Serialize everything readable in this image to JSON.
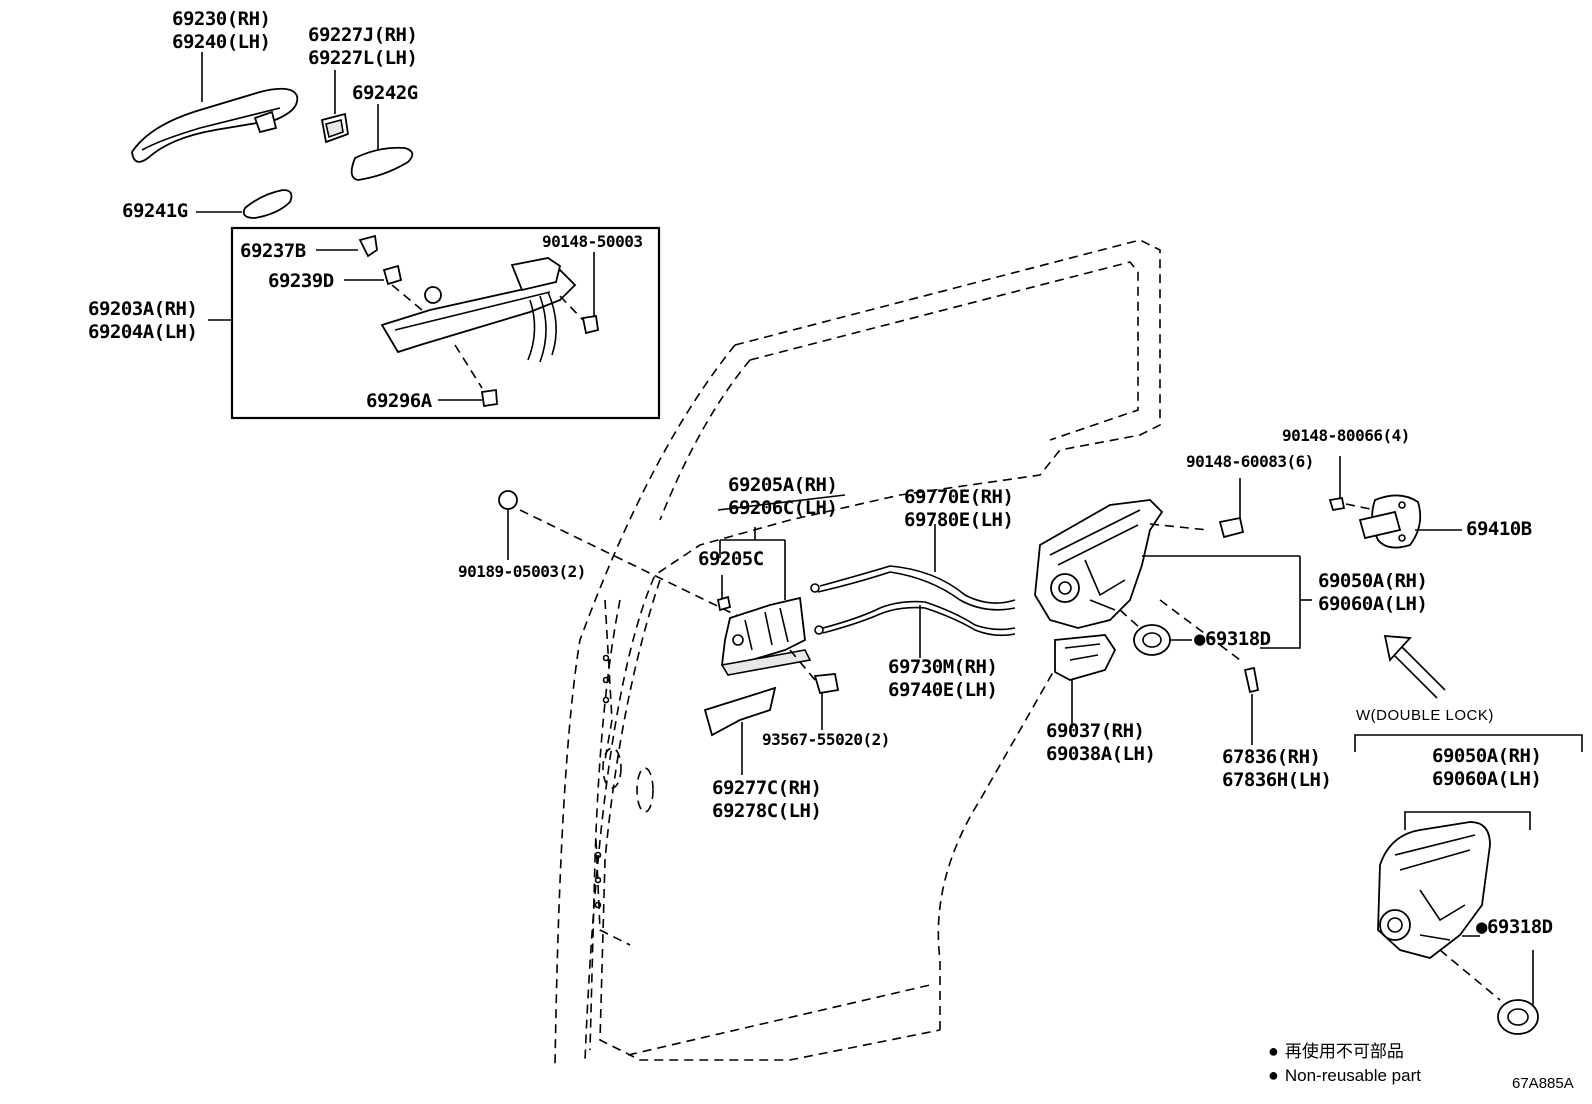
{
  "labels": {
    "p69230": [
      "69230(RH)",
      "69240(LH)"
    ],
    "p69227": [
      "69227J(RH)",
      "69227L(LH)"
    ],
    "p69242g": [
      "69242G"
    ],
    "p69241g": [
      "69241G"
    ],
    "p69237b": [
      "69237B"
    ],
    "p69239d": [
      "69239D"
    ],
    "p90148_50003": [
      "90148-50003"
    ],
    "p69203a": [
      "69203A(RH)",
      "69204A(LH)"
    ],
    "p69296a": [
      "69296A"
    ],
    "p90189": [
      "90189-05003(2)"
    ],
    "p69205a": [
      "69205A(RH)",
      "69206C(LH)"
    ],
    "p69205c": [
      "69205C"
    ],
    "p69770e": [
      "69770E(RH)",
      "69780E(LH)"
    ],
    "p69730m": [
      "69730M(RH)",
      "69740E(LH)"
    ],
    "p93567": [
      "93567-55020(2)"
    ],
    "p69277c": [
      "69277C(RH)",
      "69278C(LH)"
    ],
    "p69037": [
      "69037(RH)",
      "69038A(LH)"
    ],
    "p90148_60083": [
      "90148-60083(6)"
    ],
    "p90148_80066": [
      "90148-80066(4)"
    ],
    "p69410b": [
      "69410B"
    ],
    "p69050a_top": [
      "69050A(RH)",
      "69060A(LH)"
    ],
    "p69318d_top": [
      "●69318D"
    ],
    "p67836": [
      "67836(RH)",
      "67836H(LH)"
    ],
    "p69050a_bot": [
      "69050A(RH)",
      "69060A(LH)"
    ],
    "p69318d_bot": [
      "●69318D"
    ]
  },
  "double_lock_note": "W(DOUBLE LOCK)",
  "legend": {
    "symbol": "●",
    "line1": "再使用不可部品",
    "line2": "Non-reusable part"
  },
  "diagram_code": "67A885A"
}
